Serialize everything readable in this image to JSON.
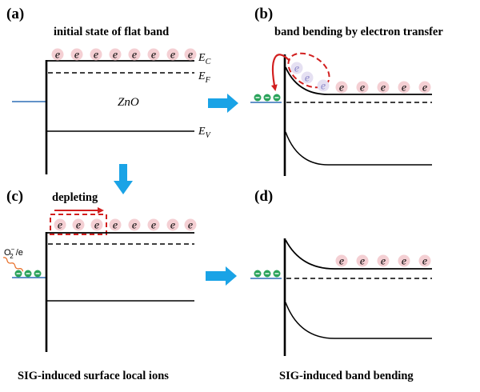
{
  "panels": {
    "a": {
      "letter": "(a)",
      "title": "initial state of flat band"
    },
    "b": {
      "letter": "(b)",
      "title": "band bending by electron transfer"
    },
    "c": {
      "letter": "(c)",
      "action": "depleting"
    },
    "d": {
      "letter": "(d)"
    }
  },
  "labels": {
    "ec_main": "E",
    "ec_sub": "C",
    "ef_main": "E",
    "ef_sub": "F",
    "ev_main": "E",
    "ev_sub": "V",
    "material": "ZnO",
    "electron": "e",
    "surface_species_main": "O",
    "surface_species_sub": "2",
    "surface_species_sup": "−",
    "surface_species_tail": " /e"
  },
  "captions": {
    "left": "SIG-induced surface local ions",
    "right": "SIG-induced band bending"
  },
  "colors": {
    "line": "#000000",
    "electron_fill": "#f4cfd3",
    "electron_faded": "#e5e0f2",
    "electron_faded_text": "#8a86c8",
    "red_accent": "#d21f1f",
    "blue_arrow": "#1aa3e6",
    "surface_line": "#2e6fb5",
    "ion_green": "#2aa35a"
  },
  "icons": [
    "arrow-right-icon",
    "arrow-down-icon",
    "wavy-arrow-icon"
  ]
}
